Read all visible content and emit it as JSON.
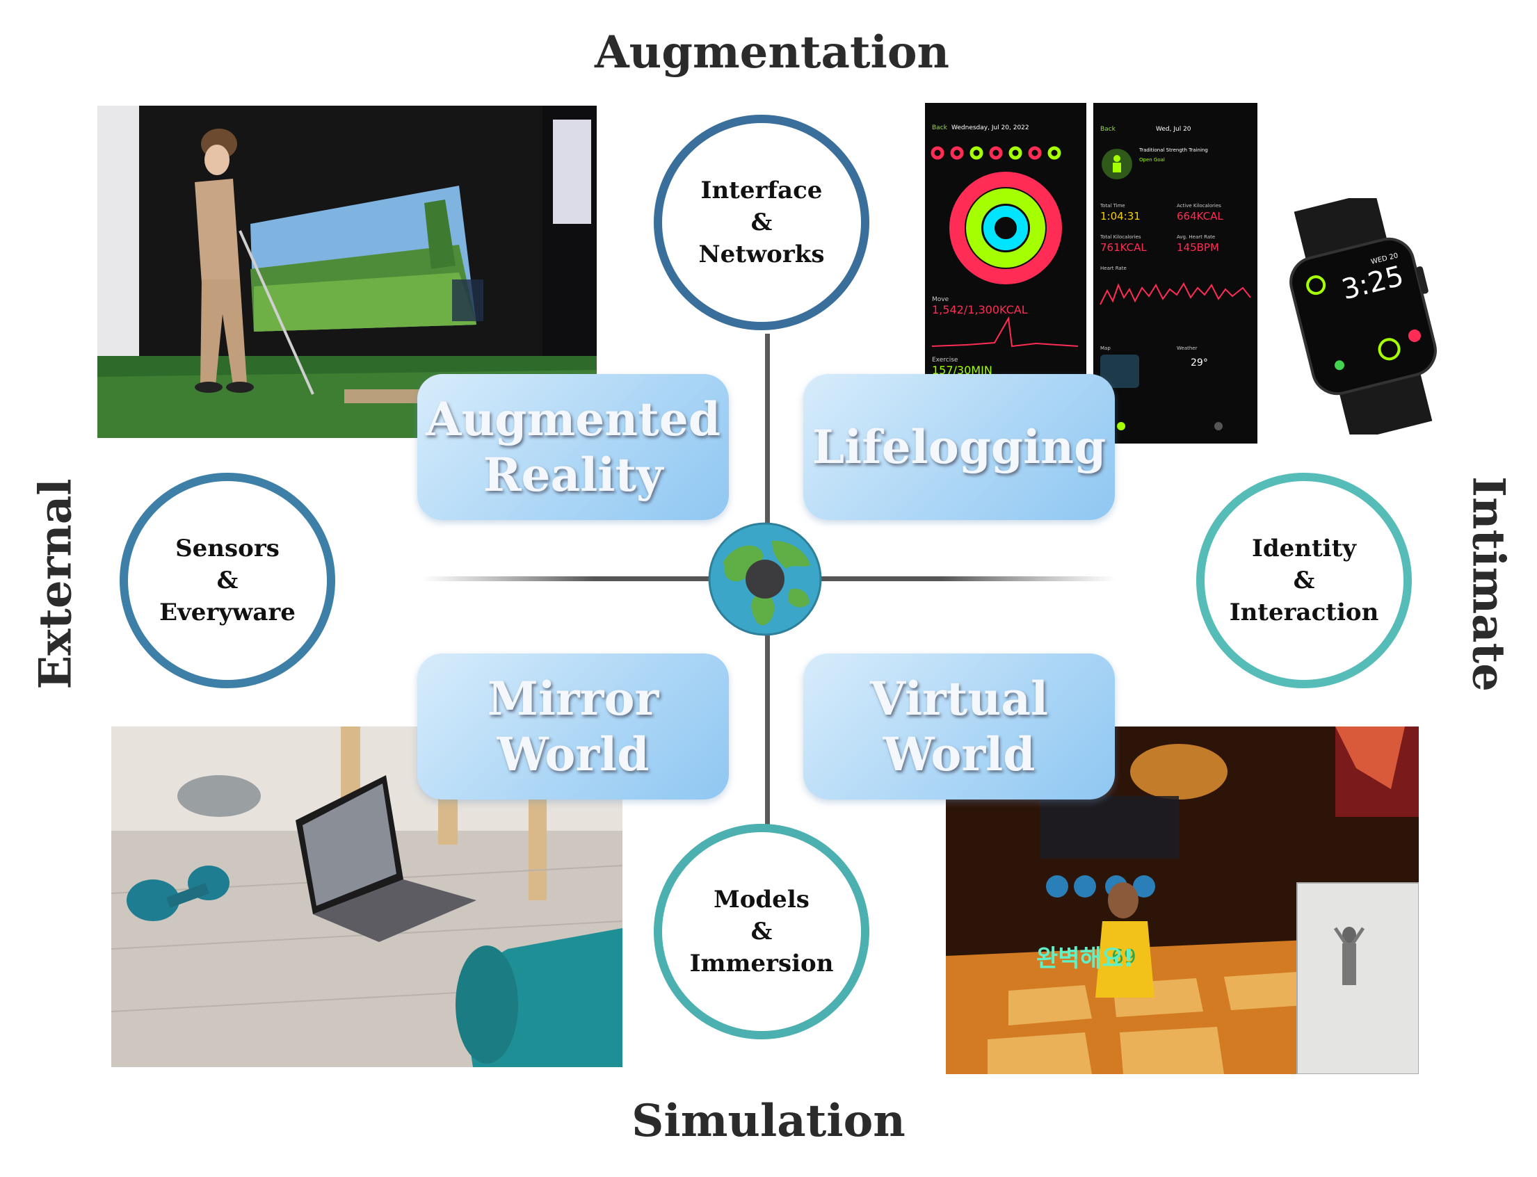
{
  "axes": {
    "top": "Augmentation",
    "bottom": "Simulation",
    "left": "External",
    "right": "Intimate"
  },
  "circles": {
    "top": {
      "line1": "Interface",
      "line2": "&",
      "line3": "Networks"
    },
    "bottom": {
      "line1": "Models",
      "line2": "&",
      "line3": "Immersion"
    },
    "left": {
      "line1": "Sensors",
      "line2": "&",
      "line3": "Everyware"
    },
    "right": {
      "line1": "Identity",
      "line2": "&",
      "line3": "Interaction"
    }
  },
  "quadrants": {
    "augmented_reality": {
      "line1": "Augmented",
      "line2": "Reality"
    },
    "lifelogging": {
      "line1": "Lifelogging"
    },
    "mirror_world": {
      "line1": "Mirror",
      "line2": "World"
    },
    "virtual_world": {
      "line1": "Virtual",
      "line2": "World"
    }
  },
  "photos": {
    "phone1": {
      "back": "Back",
      "date": "Wednesday, Jul 20, 2022",
      "move_label": "Move",
      "move_value": "1,542/1,300KCAL",
      "exercise_label": "Exercise",
      "exercise_value": "157/30MIN"
    },
    "phone2": {
      "back": "Back",
      "date": "Wed, Jul 20",
      "workout": "Traditional Strength Training",
      "goal": "Open Goal",
      "total_time_label": "Total Time",
      "total_time": "1:04:31",
      "active_kcal_label": "Active Kilocalories",
      "active_kcal": "664KCAL",
      "total_kcal_label": "Total Kilocalories",
      "total_kcal": "761KCAL",
      "avg_hr_label": "Avg. Heart Rate",
      "avg_hr": "145BPM",
      "heart_rate_label": "Heart Rate",
      "map_label": "Map",
      "weather_label": "Weather",
      "weather_value": "29°"
    },
    "watch": {
      "time": "3:25",
      "date_badge": "WED 20"
    },
    "dance": {
      "korean_text": "완벽해요!",
      "jersey": "69"
    }
  },
  "colors": {
    "quad_fill": "#aed7f6",
    "circle_top": "#3a6f9c",
    "circle_bottom": "#4cb0b0",
    "circle_left": "#3e7fa8",
    "circle_right": "#56bcb8",
    "axis_line": "#555555"
  },
  "icons": [
    "globe-icon"
  ]
}
